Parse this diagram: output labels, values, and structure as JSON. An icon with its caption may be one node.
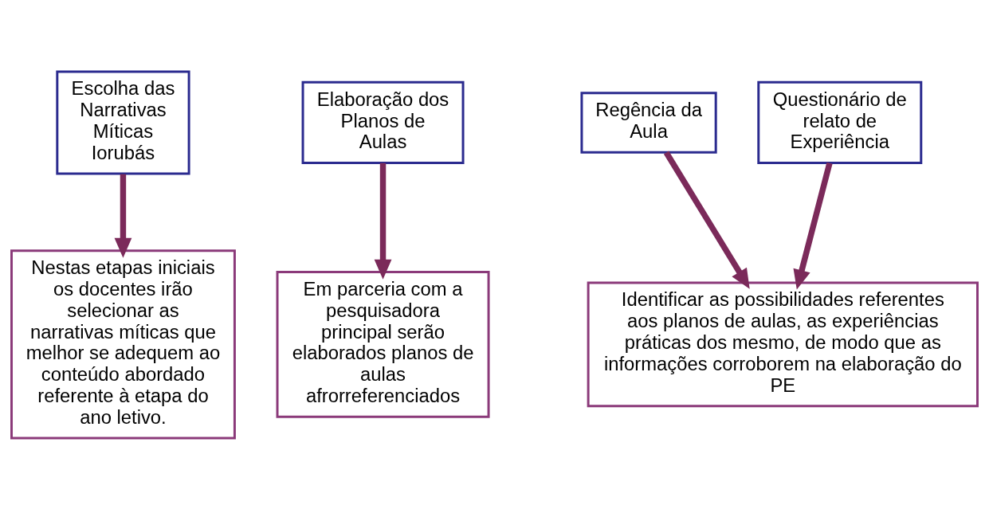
{
  "diagram": {
    "nodes": [
      {
        "text": [
          "Escolha das Narrativas Míticas Iorubás"
        ]
      },
      {
        "text": [
          "Elaboração dos Planos de Aulas"
        ]
      },
      {
        "text": [
          "Regência da Aula"
        ]
      },
      {
        "text": [
          "Questionário de relato de Experiência"
        ]
      },
      {
        "text": [
          "Nestas etapas iniciais os docentes irão selecionar as narrativas míticas que melhor se adequem ao conteúdo abordado referente à etapa do ano letivo."
        ]
      },
      {
        "text": [
          "Em parceria com a pesquisadora principal serão elaborados planos de aulas afrorreferenciados"
        ]
      },
      {
        "text": [
          "Identificar as possibilidades referentes aos planos de aulas, as experiências práticas dos mesmo, de modo que as informações corroborem na elaboração do PE"
        ]
      }
    ],
    "edges": [
      {
        "from": 0,
        "to": 4,
        "arrow": "to"
      },
      {
        "from": 1,
        "to": 5,
        "arrow": "to"
      },
      {
        "from": 2,
        "to": 6,
        "arrow": "to"
      },
      {
        "from": 3,
        "to": 6,
        "arrow": "to"
      }
    ]
  }
}
